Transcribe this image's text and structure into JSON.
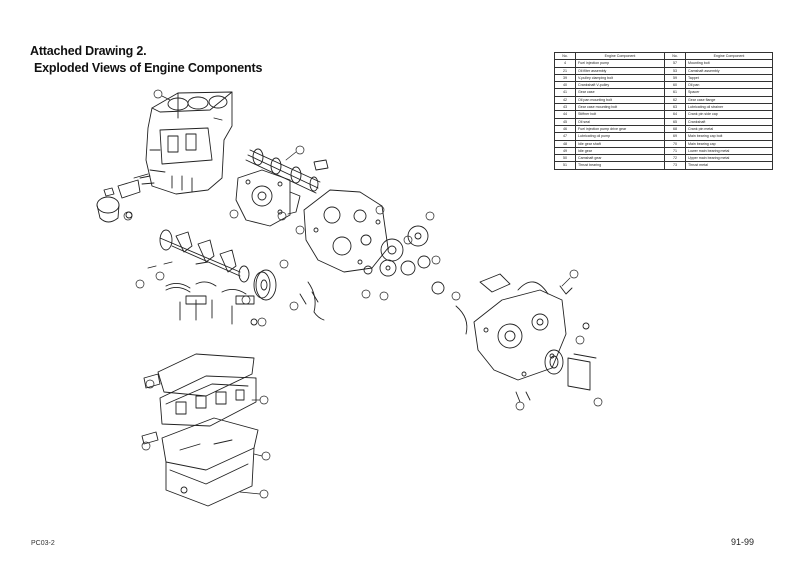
{
  "title": {
    "line1": "Attached Drawing 2.",
    "line2": "Exploded Views of Engine Components"
  },
  "table": {
    "headers": [
      "No.",
      "Engine Component",
      "No.",
      "Engine Component"
    ],
    "rows": [
      [
        "4",
        "Fuel injection pump",
        "57",
        "Mounting bolt"
      ],
      [
        "21",
        "Oil filter assembly",
        "53",
        "Camshaft assembly"
      ],
      [
        "39",
        "V-pulley clamping bolt",
        "59",
        "Tappet"
      ],
      [
        "40",
        "Crankshaft V-pulley",
        "60",
        "Oil pan"
      ],
      [
        "41",
        "Gear case",
        "61",
        "Spacer"
      ],
      [
        "42",
        "Oil pan mounting bolt",
        "62",
        "Gear case flange"
      ],
      [
        "43",
        "Gear case mounting bolt",
        "63",
        "Lubricating oil strainer"
      ],
      [
        "44",
        "Stiffner bolt",
        "64",
        "Crank pin side cap"
      ],
      [
        "45",
        "Oil seal",
        "65",
        "Crankshaft"
      ],
      [
        "46",
        "Fuel injection pump drive gear",
        "68",
        "Crank pin metal"
      ],
      [
        "47",
        "Lubricating oil pump",
        "69",
        "Main bearing cap bolt"
      ],
      [
        "48",
        "Idle gear shaft",
        "70",
        "Main bearing cap"
      ],
      [
        "49",
        "Idle gear",
        "71",
        "Lower main bearing metal"
      ],
      [
        "50",
        "Camshaft gear",
        "72",
        "Upper main bearing metal"
      ],
      [
        "51",
        "Thrust bearing",
        "73",
        "Thrust metal"
      ]
    ]
  },
  "footer": {
    "left": "PC03-2",
    "right": "91-99"
  }
}
